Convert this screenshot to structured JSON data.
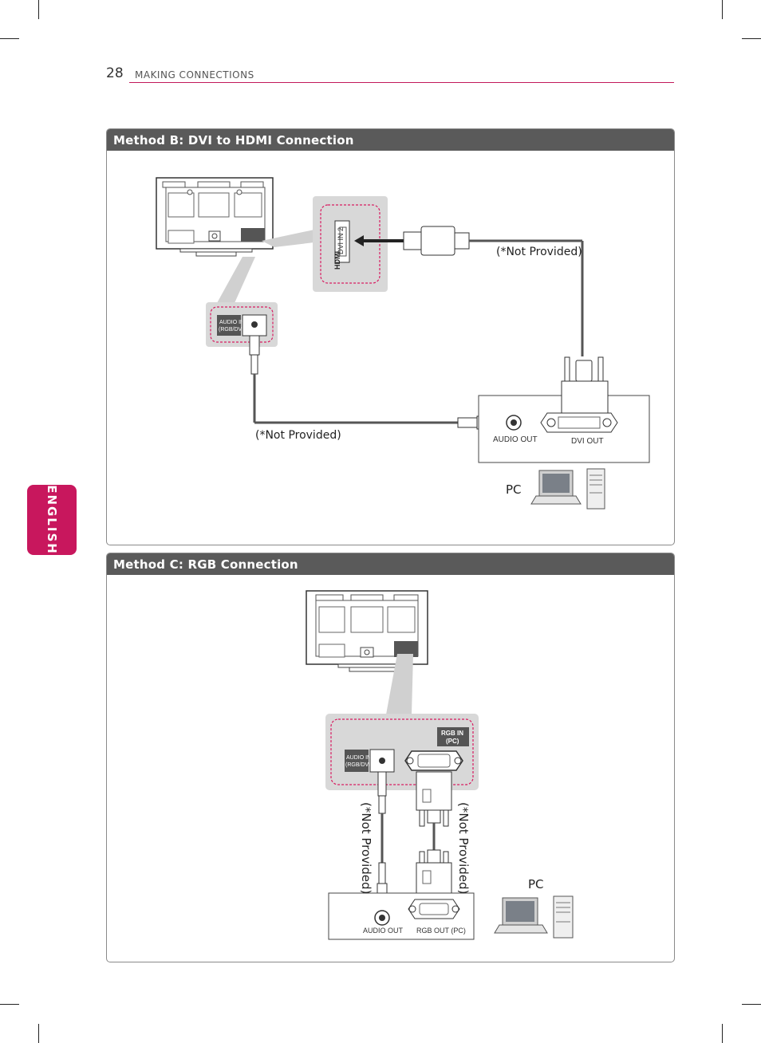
{
  "header": {
    "page_number": "28",
    "section": "MAKING CONNECTIONS"
  },
  "side_tab": {
    "language": "ENGLISH"
  },
  "colors": {
    "accent": "#c8175d",
    "panel_title_bg": "#5a5a5a",
    "callout_dash": "#d81b60",
    "callout_bg": "#d8d8d8"
  },
  "method_b": {
    "title": "Method B: DVI to HDMI Connection",
    "hdmi_port_label": "DVI IN 2",
    "hdmi_logo": "HDMI",
    "audio_in_label_1": "AUDIO IN",
    "audio_in_label_2": "(RGB/DVI)",
    "hdmi_cable_note": "(*Not Provided)",
    "audio_cable_note": "(*Not Provided)",
    "pc_audio_out": "AUDIO OUT",
    "pc_dvi_out": "DVI OUT",
    "pc_label": "PC"
  },
  "method_c": {
    "title": "Method C: RGB Connection",
    "rgb_in_label_1": "RGB IN",
    "rgb_in_label_2": "(PC)",
    "audio_in_label_1": "AUDIO IN",
    "audio_in_label_2": "(RGB/DVI)",
    "audio_cable_note": "(*Not Provided)",
    "rgb_cable_note": "(*Not Provided)",
    "pc_audio_out": "AUDIO OUT",
    "pc_rgb_out": "RGB OUT (PC)",
    "pc_label": "PC"
  }
}
